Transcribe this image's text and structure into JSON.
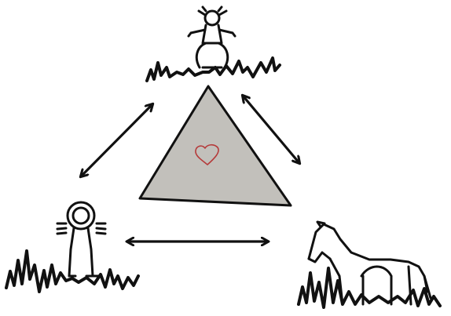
{
  "diagram": {
    "center_shape": "triangle",
    "center_symbol": "heart",
    "nodes": [
      {
        "id": "top",
        "depicts": "child-figure",
        "icon": "child-icon"
      },
      {
        "id": "left",
        "depicts": "keyhole-figure",
        "icon": "keyhole-person-icon"
      },
      {
        "id": "right",
        "depicts": "horse",
        "icon": "horse-icon"
      }
    ],
    "edges": [
      {
        "from": "top",
        "to": "left",
        "style": "double-headed-arrow"
      },
      {
        "from": "top",
        "to": "right",
        "style": "double-headed-arrow"
      },
      {
        "from": "left",
        "to": "right",
        "style": "double-headed-arrow"
      }
    ]
  },
  "colors": {
    "ink": "#111111",
    "triangle_fill": "#c2c0bb",
    "triangle_stroke": "#111111",
    "heart": "#b53a3a",
    "background": "#ffffff"
  }
}
